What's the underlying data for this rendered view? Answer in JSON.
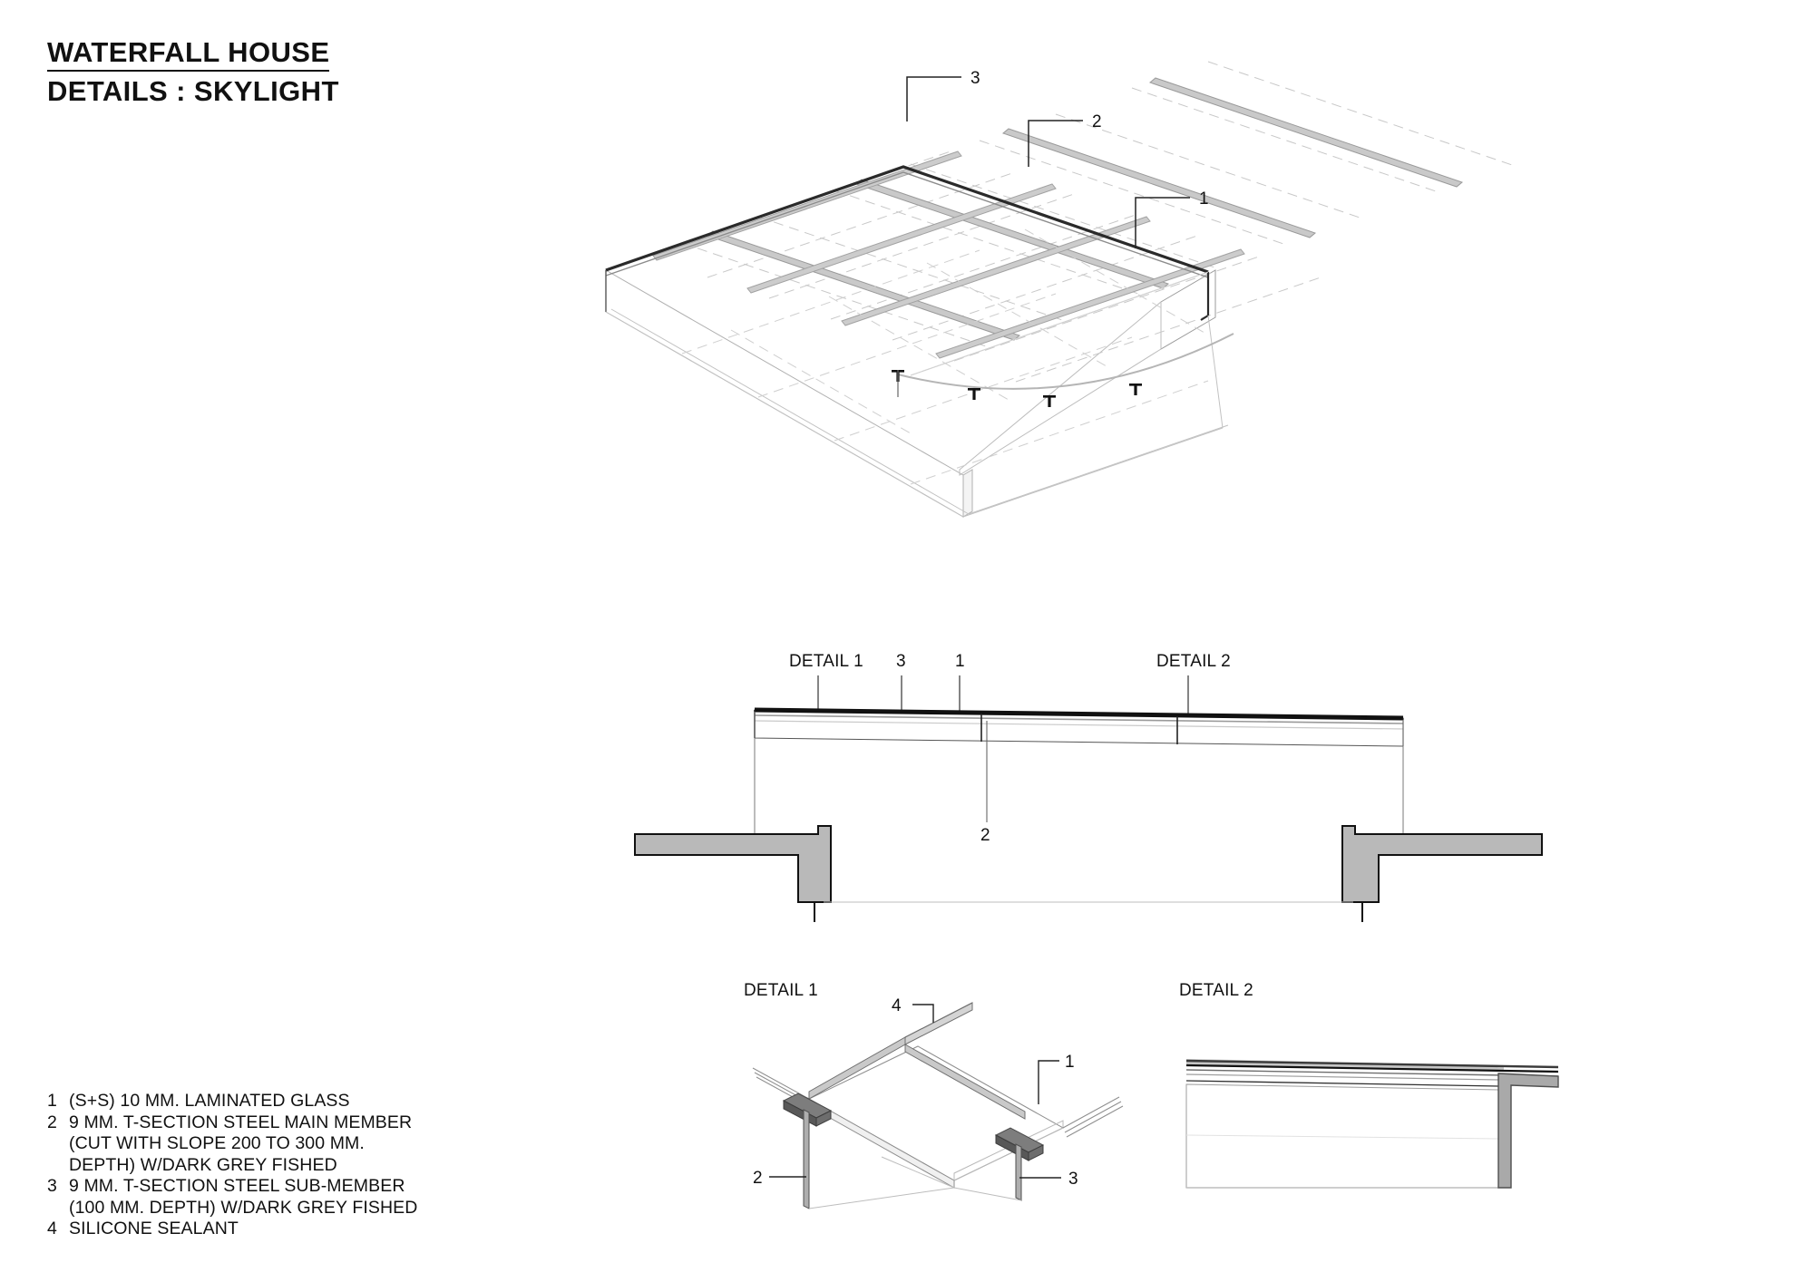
{
  "sheet": {
    "title_line1": "WATERFALL HOUSE",
    "title_line2": "DETAILS : SKYLIGHT"
  },
  "legend": {
    "items": [
      {
        "num": "1",
        "text": "(S+S) 10 MM. LAMINATED GLASS",
        "cont": []
      },
      {
        "num": "2",
        "text": "9 MM. T-SECTION STEEL MAIN MEMBER",
        "cont": [
          "(CUT WITH SLOPE 200 TO 300 MM.",
          "DEPTH) W/DARK GREY FISHED"
        ]
      },
      {
        "num": "3",
        "text": "9 MM. T-SECTION STEEL SUB-MEMBER",
        "cont": [
          "(100 MM. DEPTH) W/DARK GREY FISHED"
        ]
      },
      {
        "num": "4",
        "text": "SILICONE SEALANT",
        "cont": []
      }
    ]
  },
  "iso_view": {
    "callouts": [
      {
        "id": "iso-callout-3",
        "label": "3"
      },
      {
        "id": "iso-callout-2",
        "label": "2"
      },
      {
        "id": "iso-callout-1",
        "label": "1"
      }
    ]
  },
  "section_view": {
    "callouts": [
      {
        "id": "sect-detail-1",
        "label": "DETAIL 1"
      },
      {
        "id": "sect-callout-3",
        "label": "3"
      },
      {
        "id": "sect-callout-1",
        "label": "1"
      },
      {
        "id": "sect-detail-2",
        "label": "DETAIL 2"
      },
      {
        "id": "sect-callout-2",
        "label": "2"
      }
    ]
  },
  "detail_1": {
    "title": "DETAIL 1",
    "callouts": [
      {
        "id": "d1-callout-4",
        "label": "4"
      },
      {
        "id": "d1-callout-1",
        "label": "1"
      },
      {
        "id": "d1-callout-2",
        "label": "2"
      },
      {
        "id": "d1-callout-3",
        "label": "3"
      }
    ]
  },
  "detail_2": {
    "title": "DETAIL 2"
  },
  "colors": {
    "line_dark": "#111111",
    "line_mid": "#8c8c8c",
    "line_light": "#bcbcbc",
    "hidden": "#c4c4c4",
    "fill_steel": "#c3c3c3",
    "fill_steel_dark": "#8e8e8e",
    "fill_concrete": "#b9b9b9",
    "glass_edge": "#1a1a1a",
    "paper": "#ffffff"
  }
}
